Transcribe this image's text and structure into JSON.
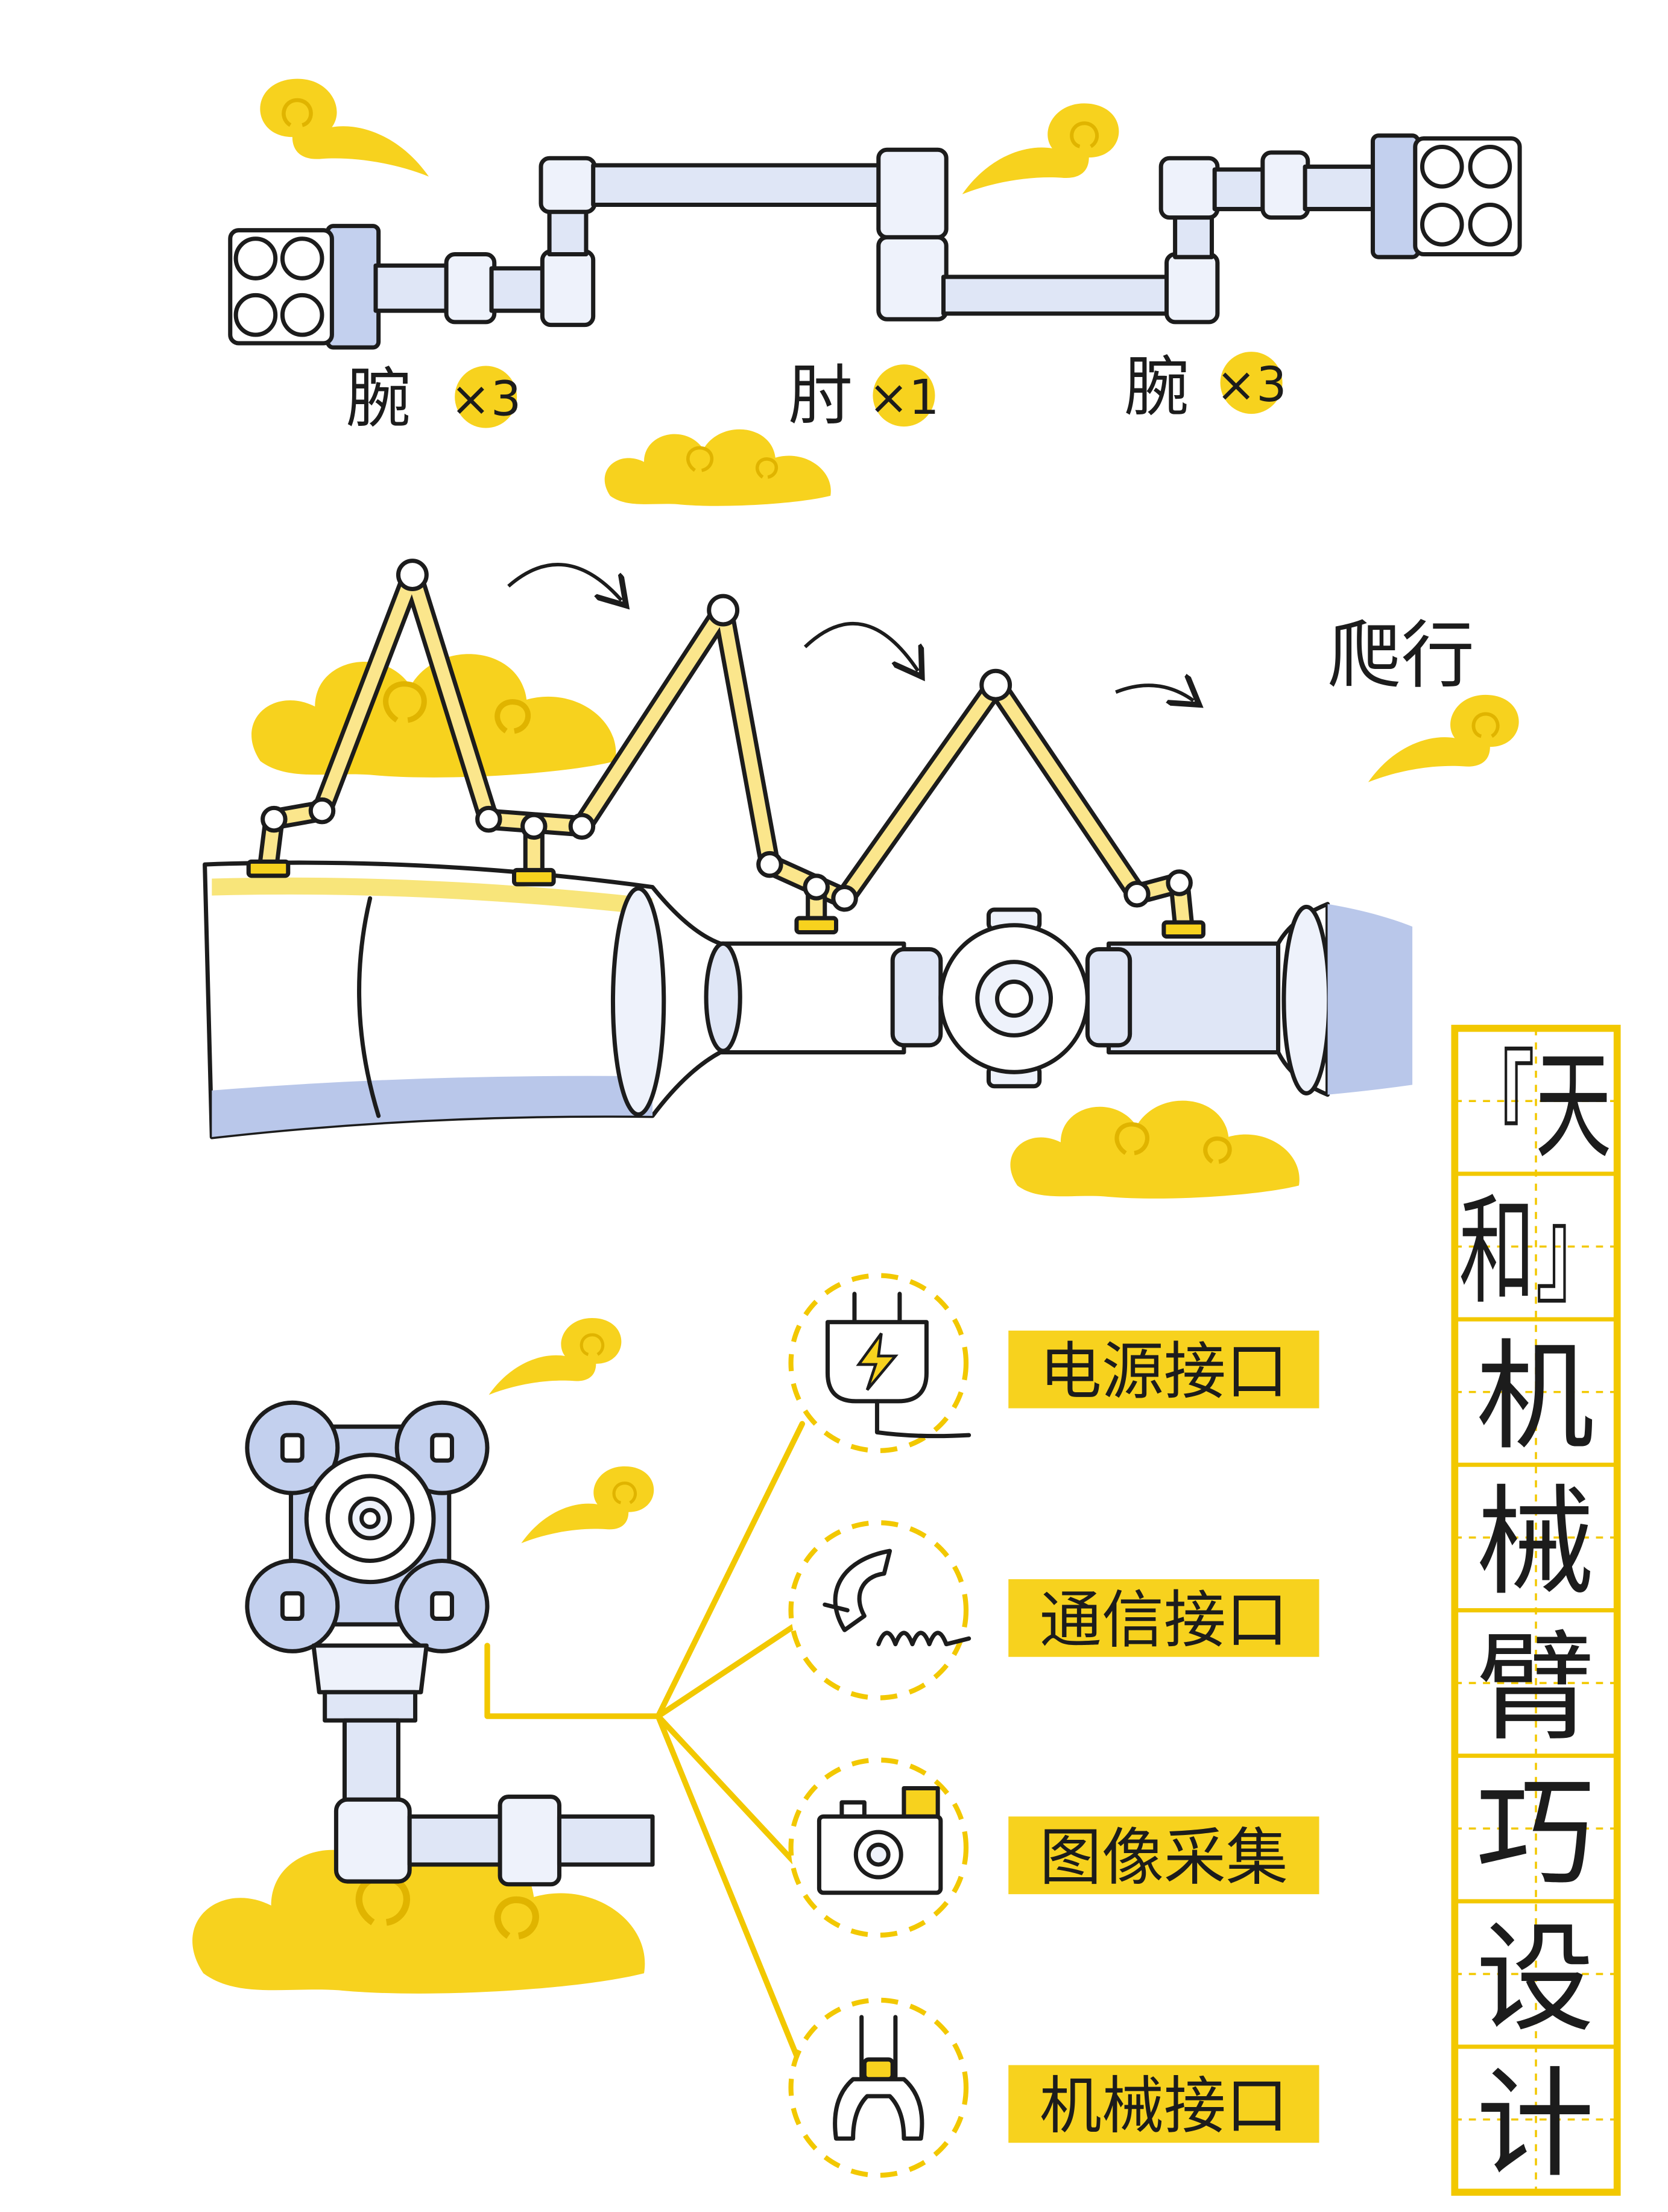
{
  "colors": {
    "accent_yellow": "#f7d21e",
    "tube_blue": "#c3d0ee",
    "outline": "#1c1c1c",
    "background": "#ffffff"
  },
  "top_arm": {
    "labels": [
      {
        "part": "腕",
        "count": "×3"
      },
      {
        "part": "肘",
        "count": "×1"
      },
      {
        "part": "腕",
        "count": "×3"
      }
    ]
  },
  "crawl": {
    "label": "爬行"
  },
  "interfaces": [
    {
      "label": "电源接口",
      "icon": "power-plug-icon"
    },
    {
      "label": "通信接口",
      "icon": "antenna-dish-icon"
    },
    {
      "label": "图像采集",
      "icon": "camera-icon"
    },
    {
      "label": "机械接口",
      "icon": "gripper-icon"
    }
  ],
  "title": {
    "cells": [
      "『天",
      "和』",
      "机",
      "械",
      "臂",
      "巧",
      "设",
      "计"
    ]
  }
}
